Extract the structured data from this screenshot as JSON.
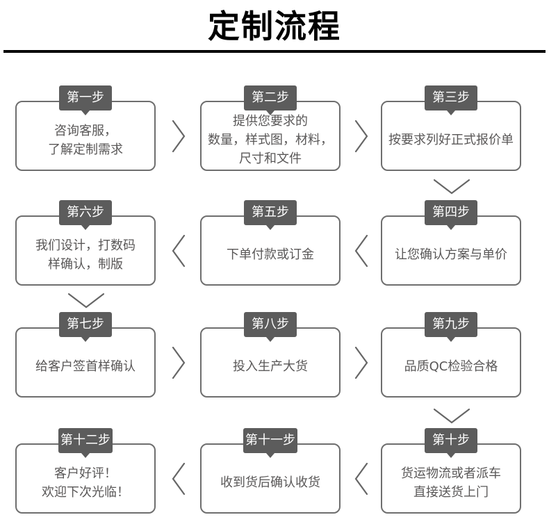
{
  "title": "定制流程",
  "steps": [
    {
      "badge": "第一步",
      "lines": [
        "咨询客服，",
        "了解定制需求"
      ]
    },
    {
      "badge": "第二步",
      "lines": [
        "提供您要求的",
        "数量，样式图，材料，",
        "尺寸和文件"
      ]
    },
    {
      "badge": "第三步",
      "lines": [
        "按要求列好正式报价单"
      ]
    },
    {
      "badge": "第四步",
      "lines": [
        "让您确认方案与单价"
      ]
    },
    {
      "badge": "第五步",
      "lines": [
        "下单付款或订金"
      ]
    },
    {
      "badge": "第六步",
      "lines": [
        "我们设计，打数码",
        "样确认，制版"
      ]
    },
    {
      "badge": "第七步",
      "lines": [
        "给客户签首样确认"
      ]
    },
    {
      "badge": "第八步",
      "lines": [
        "投入生产大货"
      ]
    },
    {
      "badge": "第九步",
      "lines": [
        "品质QC检验合格"
      ]
    },
    {
      "badge": "第十步",
      "lines": [
        "货运物流或者派车",
        "直接送货上门"
      ]
    },
    {
      "badge": "第十一步",
      "lines": [
        "收到货后确认收货"
      ]
    },
    {
      "badge": "第十二步",
      "lines": [
        "客户好评！",
        "欢迎下次光临！"
      ]
    }
  ],
  "colors": {
    "title_text": "#000000",
    "divider": "#000000",
    "badge_bg": "#5c5c5c",
    "badge_text": "#ffffff",
    "box_border": "#6e6e6e",
    "box_text": "#595757",
    "arrow": "#666666"
  }
}
